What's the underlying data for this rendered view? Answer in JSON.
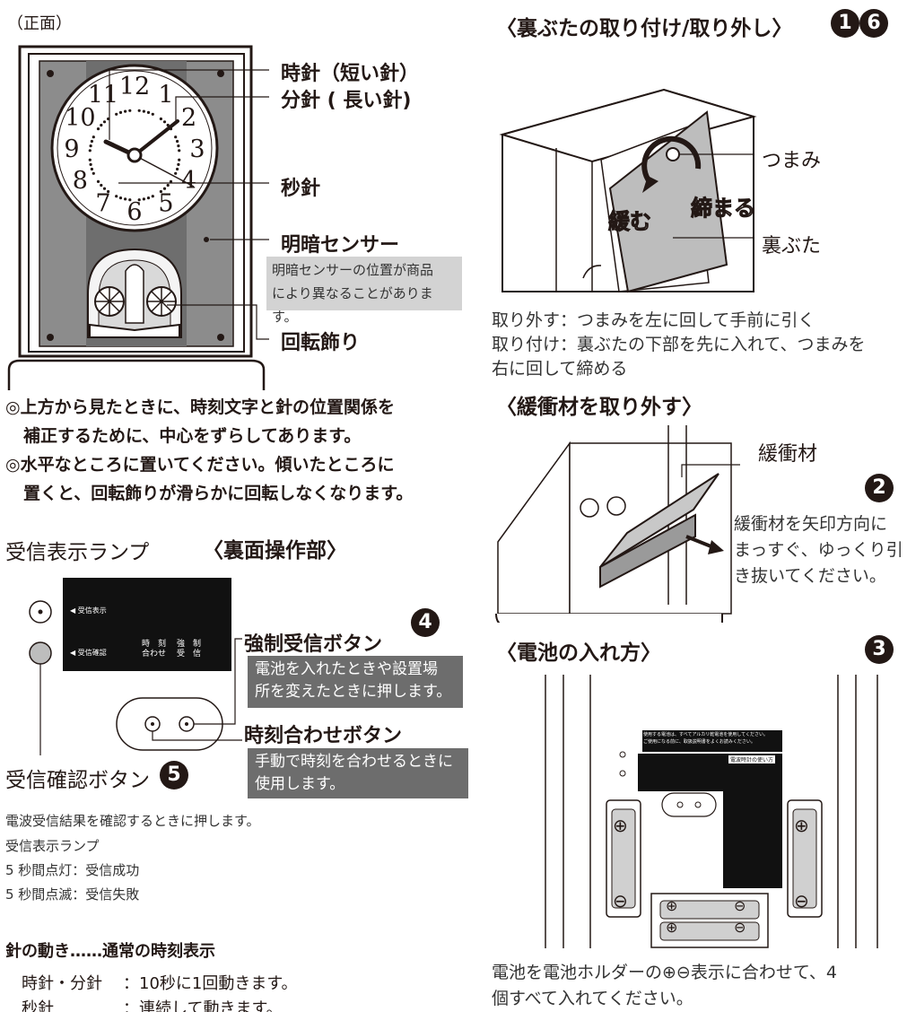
{
  "front_label": "（正面）",
  "clock": {
    "numerals": [
      "12",
      "1",
      "2",
      "3",
      "4",
      "5",
      "6",
      "7",
      "8",
      "9",
      "10",
      "11"
    ]
  },
  "callouts": {
    "hour_hand": "時針（短い針）",
    "minute_hand": "分針 ( 長い針)",
    "second_hand": "秒針",
    "light_sensor": "明暗センサー",
    "light_sensor_note_1": "明暗センサーの位置が商品",
    "light_sensor_note_2": "により異なることがあります。",
    "rotating_ornament": "回転飾り"
  },
  "notes": {
    "line1": "◎上方から見たときに、時刻文字と針の位置関係を",
    "line2": "補正するために、中心をずらしてあります。",
    "line3": "◎水平なところに置いてください。傾いたところに",
    "line4": "置くと、回転飾りが滑らかに回転しなくなります。"
  },
  "back_panel": {
    "lamp_title": "受信表示ランプ",
    "section_title": "〈裏面操作部〉",
    "panel_label_display": "◀ 受信表示",
    "panel_label_confirm": "◀ 受信確認",
    "panel_time_1": "時　刻",
    "panel_time_2": "合わせ",
    "panel_force_1": "強　制",
    "panel_force_2": "受　信",
    "force_button_title": "強制受信ボタン",
    "force_button_badge": "4",
    "force_note_1": "電池を入れたときや設置場",
    "force_note_2": "所を変えたときに押します。",
    "time_button_title": "時刻合わせボタン",
    "time_note_1": "手動で時刻を合わせるときに",
    "time_note_2": "使用します。",
    "confirm_title": "受信確認ボタン",
    "confirm_badge": "5",
    "confirm_desc": "電波受信結果を確認するときに押します。",
    "lamp_label": "受信表示ランプ",
    "lamp_on": "5 秒間点灯：受信成功",
    "lamp_blink": "5 秒間点滅：受信失敗"
  },
  "hands_motion": {
    "title": "針の動き……通常の時刻表示",
    "row1_label": "時針・分針",
    "row1_value": "：10秒に1回動きます。",
    "row2_label": "秒針",
    "row2_value": "：連続して動きます。"
  },
  "cover": {
    "title": "〈裏ぶたの取り付け/取り外し〉",
    "badge1": "1",
    "badge2": "6",
    "knob": "つまみ",
    "loosen": "緩む",
    "tighten": "締まる",
    "back_cover": "裏ぶた",
    "remove": "取り外す：つまみを左に回して手前に引く",
    "attach_1": "取り付け：裏ぶたの下部を先に入れて、つまみを",
    "attach_2": "右に回して締める"
  },
  "cushion": {
    "title": "〈緩衝材を取り外す〉",
    "label": "緩衝材",
    "badge": "2",
    "note_1": "緩衝材を矢印方向に",
    "note_2": "まっすぐ、ゆっくり引",
    "note_3": "き抜いてください。"
  },
  "battery": {
    "title": "〈電池の入れ方〉",
    "badge": "3",
    "note_1": "電池を電池ホルダーの⊕⊖表示に合わせて、4",
    "note_2": "個すべて入れてください。",
    "label_top_1": "使用する電池は、すべてアルカリ乾電池を使用してください。",
    "label_top_2": "ご使用になる前に、取扱説明書をよくお読みください。",
    "label_side_title": "電波時計の使い方",
    "plus": "⊕",
    "minus": "⊖"
  }
}
